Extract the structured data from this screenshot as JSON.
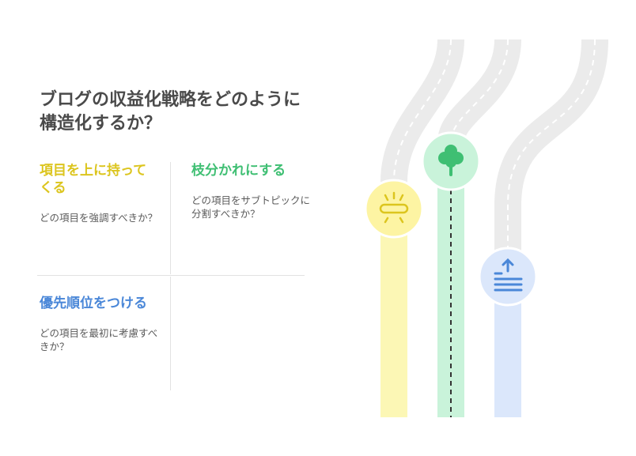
{
  "title": "ブログの収益化戦略をどのように構造化するか？",
  "options": [
    {
      "heading": "項目を上に持ってくる",
      "question": "どの項目を強調すべきか？",
      "color": "#dcc51e",
      "icon": "highlight-icon"
    },
    {
      "heading": "枝分かれにする",
      "question": "どの項目をサブトピックに分割すべきか？",
      "color": "#3fbf73",
      "icon": "tree-icon"
    },
    {
      "heading": "優先順位をつける",
      "question": "どの項目を最初に考慮すべきか？",
      "color": "#4a87d8",
      "icon": "upload-list-icon"
    }
  ]
}
